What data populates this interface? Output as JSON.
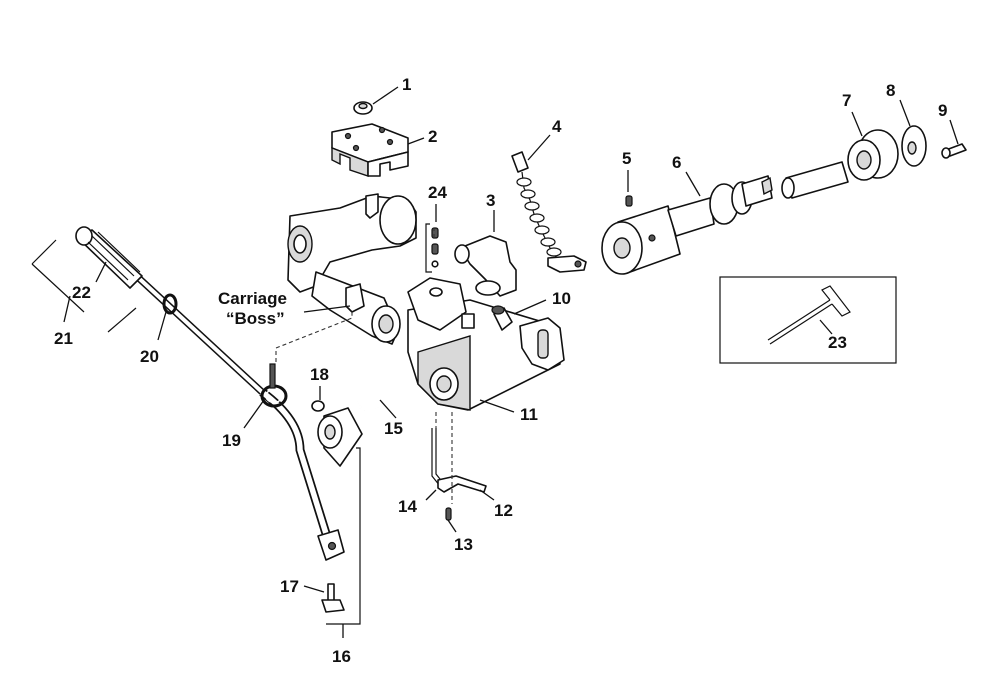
{
  "callouts": {
    "n1": "1",
    "n2": "2",
    "n3": "3",
    "n4": "4",
    "n5": "5",
    "n6": "6",
    "n7": "7",
    "n8": "8",
    "n9": "9",
    "n10": "10",
    "n11": "11",
    "n12": "12",
    "n13": "13",
    "n14": "14",
    "n15": "15",
    "n16": "16",
    "n17": "17",
    "n18": "18",
    "n19": "19",
    "n20": "20",
    "n21": "21",
    "n22": "22",
    "n23": "23",
    "n24": "24"
  },
  "labels": {
    "carriage_line1": "Carriage",
    "carriage_line2": "“Boss”"
  }
}
